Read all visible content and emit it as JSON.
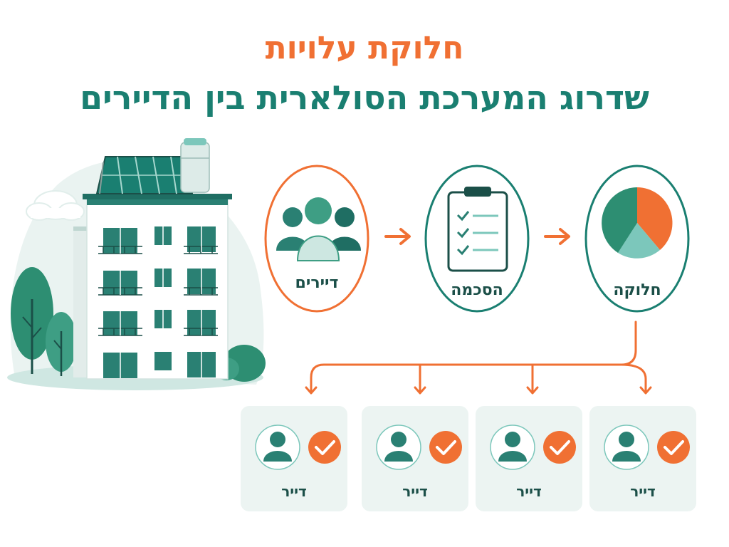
{
  "header": {
    "title": "חלוקת עלויות",
    "subtitle": "שדרוג המערכת הסולארית בין הדיירים"
  },
  "flow": {
    "steps": [
      {
        "label": "דיירים",
        "icon": "group-icon"
      },
      {
        "label": "הסכמה",
        "icon": "clipboard-check-icon"
      },
      {
        "label": "חלוקה",
        "icon": "pie-chart-icon"
      }
    ]
  },
  "tenants": [
    {
      "label": "דייר",
      "icon": "person-icon",
      "status_icon": "checkmark-icon"
    },
    {
      "label": "דייר",
      "icon": "person-icon",
      "status_icon": "checkmark-icon"
    },
    {
      "label": "דייר",
      "icon": "person-icon",
      "status_icon": "checkmark-icon"
    },
    {
      "label": "דייר",
      "icon": "person-icon",
      "status_icon": "checkmark-icon"
    }
  ],
  "colors": {
    "orange": "#F07033",
    "teal": "#1A7F71",
    "dark_teal": "#1B4F48",
    "mint": "#7CC7BB",
    "card_bg": "#ECF4F2"
  }
}
